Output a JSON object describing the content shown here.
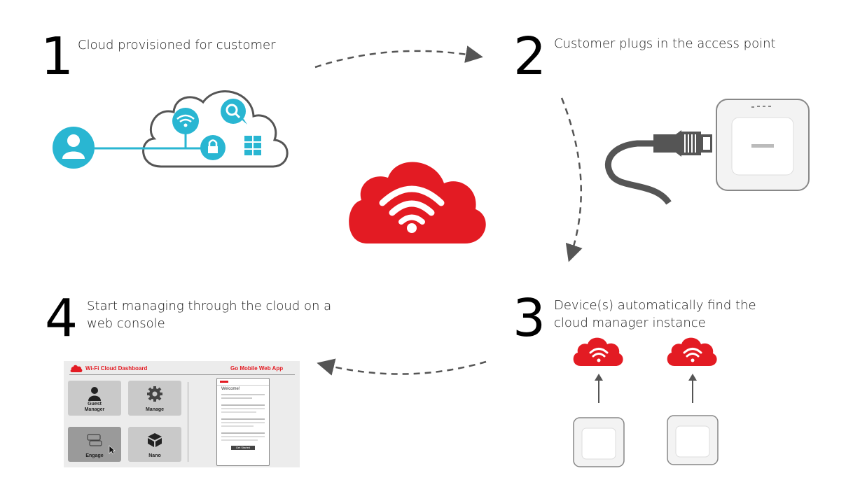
{
  "steps": [
    {
      "number": "1",
      "text": "Cloud provisioned for customer"
    },
    {
      "number": "2",
      "text": "Customer plugs in the access point"
    },
    {
      "number": "3",
      "text": "Device(s) automatically find the cloud manager instance"
    },
    {
      "number": "4",
      "text": "Start managing through the cloud on a web console"
    }
  ],
  "dashboard": {
    "title": "Wi-Fi Cloud Dashboard",
    "mobile_label": "Go Mobile Web App",
    "tiles": [
      {
        "label": "Guest Manager",
        "icon": "user-icon"
      },
      {
        "label": "Manage",
        "icon": "gear-icon"
      },
      {
        "label": "Engage",
        "icon": "chat-icon"
      },
      {
        "label": "Nano",
        "icon": "nano-icon"
      }
    ],
    "phone_welcome": "Welcome!",
    "phone_button": "Get Started"
  },
  "colors": {
    "brand_red": "#e31b23",
    "cloud_teal": "#29b6d2",
    "cable_gray": "#555555",
    "arrow_gray": "#555555"
  },
  "icons": [
    "user-icon",
    "wifi-icon",
    "search-icon",
    "lock-icon",
    "windows-icon",
    "wifi-cloud-icon",
    "ethernet-cable-icon",
    "access-point-icon",
    "arrow-up-icon"
  ]
}
